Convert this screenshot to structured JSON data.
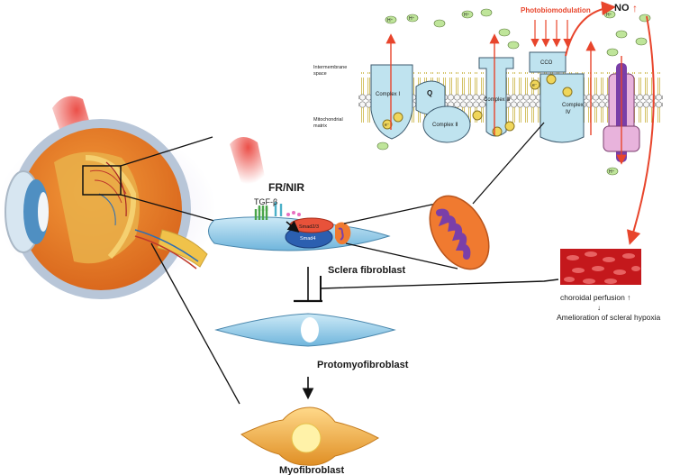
{
  "labels": {
    "photobiomodulation": "Photobiomodulation",
    "no": "NO",
    "no_arrow": "↑",
    "intermembrane_space_1": "Intermembrane",
    "intermembrane_space_2": "space",
    "mitochondrial_matrix_1": "Mitochondrial",
    "mitochondrial_matrix_2": "matrix",
    "complex_i": "Complex Ⅰ",
    "complex_ii": "Complex Ⅱ",
    "complex_iii": "Complex Ⅲ",
    "complex_iv_1": "Complex",
    "complex_iv_2": "Ⅳ",
    "q": "Q",
    "cco": "CCO",
    "h_plus": "H⁺",
    "e_minus": "e⁻",
    "fr_nir": "FR/NIR",
    "tgf_beta": "TGF-β",
    "smad23": "Smad2/3",
    "smad4": "Smad4",
    "sclera_fibroblast": "Sclera fibroblast",
    "protomyofibroblast": "Protomyofibroblast",
    "myofibroblast": "Myofibroblast",
    "choroidal_perfusion": "choroidal perfusion ↑",
    "down_arrow": "↓",
    "amelioration": "Amelioration of scleral hypoxia"
  },
  "colors": {
    "accent_red": "#e8452c",
    "membrane_blue": "#bfe3ef",
    "cell_blue": "#9fd3ee",
    "myo_orange": "#f2a93b",
    "mito_purple": "#7a3fa8",
    "vessel_red": "#c4181c"
  }
}
